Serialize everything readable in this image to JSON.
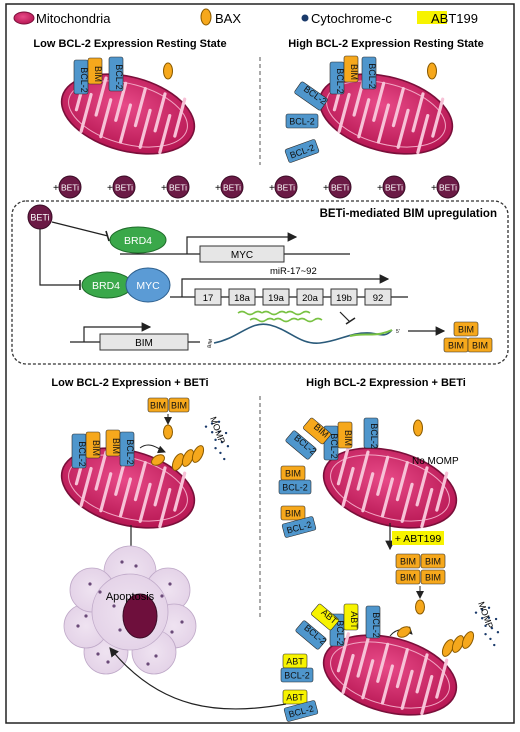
{
  "legend": {
    "mito": "Mitochondria",
    "bax": "BAX",
    "cytc": "Cytochrome-c",
    "abt": "ABT199"
  },
  "panels": {
    "low_rest": "Low BCL-2 Expression Resting State",
    "high_rest": "High BCL-2 Expression Resting State",
    "low_beti": "Low BCL-2  Expression + BETi",
    "high_beti": "High BCL-2  Expression + BETi"
  },
  "labels": {
    "bim": "BIM",
    "bcl2": "BCL-2",
    "abt": "ABT",
    "beti": "BETi",
    "plus_beti": "+",
    "plus_abt": "+ ABT199",
    "momp": "MOMP",
    "no_momp": "No MOMP",
    "apoptosis": "Apoptosis"
  },
  "mechanism": {
    "title": "BETi-mediated BIM upregulation",
    "beti": "BETi",
    "brd4": "BRD4",
    "myc_protein": "MYC",
    "myc_gene": "MYC",
    "mir_label": "miR-17~92",
    "mir_segments": [
      "17",
      "18a",
      "19a",
      "20a",
      "19b",
      "92"
    ],
    "bim_gene": "BIM",
    "mrna_start": "BIM",
    "mrna_end": "5'",
    "cap": "5'"
  },
  "colors": {
    "bcl2": "#4f96cc",
    "bim": "#f6a81c",
    "abt": "#f7f300",
    "mito": "#c2185b",
    "beti": "#6b1a45",
    "brd4": "#3aa84a",
    "myc": "#5b9bd5"
  }
}
